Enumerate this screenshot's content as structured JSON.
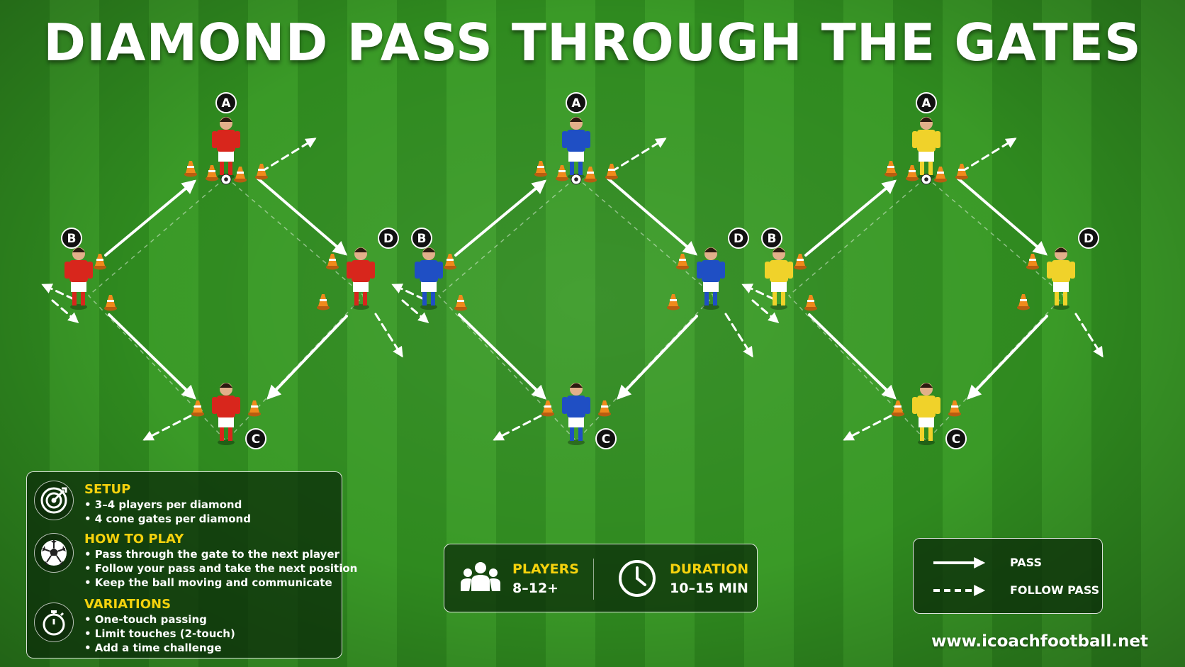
{
  "title": "DIAMOND PASS THROUGH THE GATES",
  "diamonds": [
    {
      "team": "red",
      "kit_color": "#d8261c"
    },
    {
      "team": "blue",
      "kit_color": "#1f4fc4"
    },
    {
      "team": "yellow",
      "kit_color": "#f0d22a"
    }
  ],
  "position_labels": [
    "A",
    "B",
    "C",
    "D"
  ],
  "setup": {
    "heading": "SETUP",
    "items": [
      "• 3–4 players per diamond",
      "• 4 cone gates per diamond"
    ]
  },
  "how_to_play": {
    "heading": "HOW TO PLAY",
    "items": [
      "• Pass through the gate to the next player",
      "• Follow your pass and take the next position",
      "• Keep the ball moving and communicate"
    ]
  },
  "variations": {
    "heading": "VARIATIONS",
    "items": [
      "• One-touch passing",
      "• Limit touches (2-touch)",
      "• Add a time challenge"
    ]
  },
  "players": {
    "heading": "PLAYERS",
    "value": "8–12+"
  },
  "duration": {
    "heading": "DURATION",
    "value": "10–15 MIN"
  },
  "legend": {
    "pass": "PASS",
    "follow_pass": "FOLLOW PASS"
  },
  "website": "www.icoachfootball.net",
  "colors": {
    "pitch_light": "#3a9a27",
    "pitch_dark": "#2f8a1f",
    "accent_yellow": "#f5d20d",
    "cone_orange": "#f08a1c"
  },
  "icons": {
    "setup": "target-icon",
    "how_to_play": "soccer-ball-icon",
    "variations": "stopwatch-icon",
    "players": "group-icon",
    "duration": "clock-icon"
  }
}
